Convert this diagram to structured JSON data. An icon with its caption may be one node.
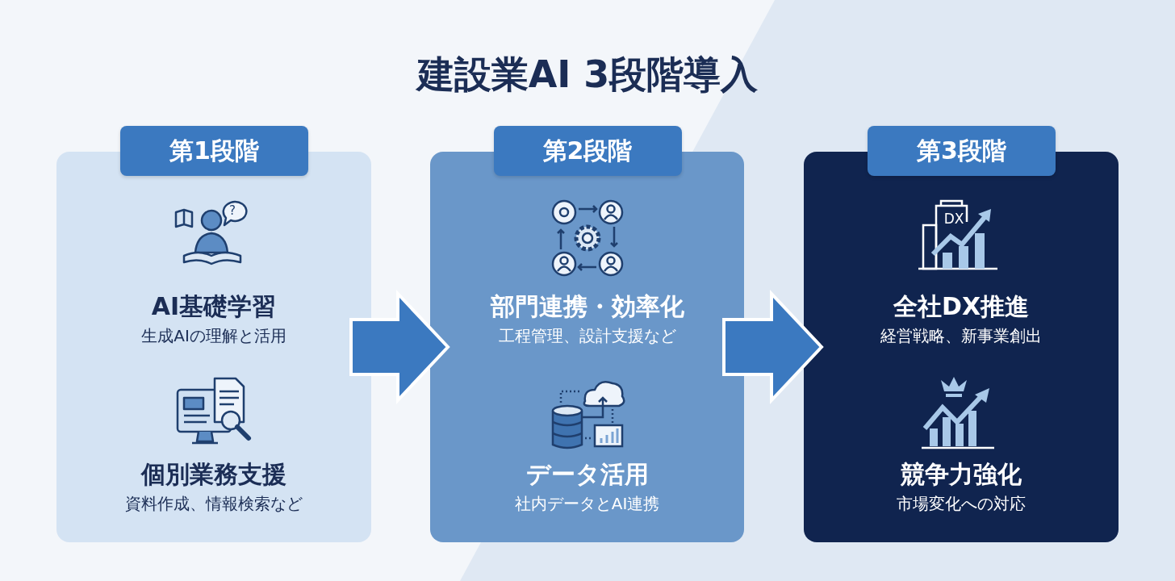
{
  "diagram": {
    "title": "建設業AI 3段階導入",
    "nodes": [
      {
        "text": [
          "第1段階",
          "AI基礎学習",
          "生成AIの理解と活用",
          "個別業務支援",
          "資料作成、情報検索など"
        ]
      },
      {
        "text": [
          "第2段階",
          "部門連携・効率化",
          "工程管理、設計支援など",
          "データ活用",
          "社内データとAI連携"
        ]
      },
      {
        "text": [
          "第3段階",
          "全社DX推進",
          "経営戦略、新事業創出",
          "競争力強化",
          "市場変化への対応"
        ]
      }
    ],
    "edges": [
      {
        "from": 0,
        "to": 1,
        "arrow": "to"
      },
      {
        "from": 1,
        "to": 2,
        "arrow": "to"
      }
    ],
    "labels": [
      "?",
      "DX"
    ]
  }
}
